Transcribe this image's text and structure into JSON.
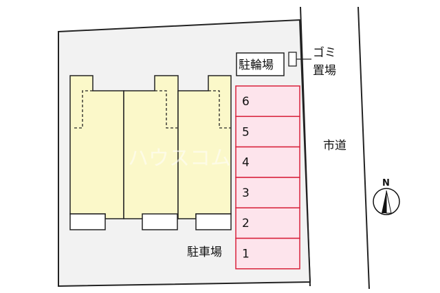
{
  "labels": {
    "bicycle_parking": "駐輪場",
    "garbage_line1": "ゴミ",
    "garbage_line2": "置場",
    "city_road": "市道",
    "car_parking": "駐車場",
    "north": "N"
  },
  "parking_spaces": [
    "6",
    "5",
    "4",
    "3",
    "2",
    "1"
  ],
  "watermark": "ハウスコム",
  "colors": {
    "lot": "#f2f2f2",
    "building": "#fbf8c9",
    "parking_fill": "#fde4ec",
    "parking_border": "#d8203a"
  }
}
